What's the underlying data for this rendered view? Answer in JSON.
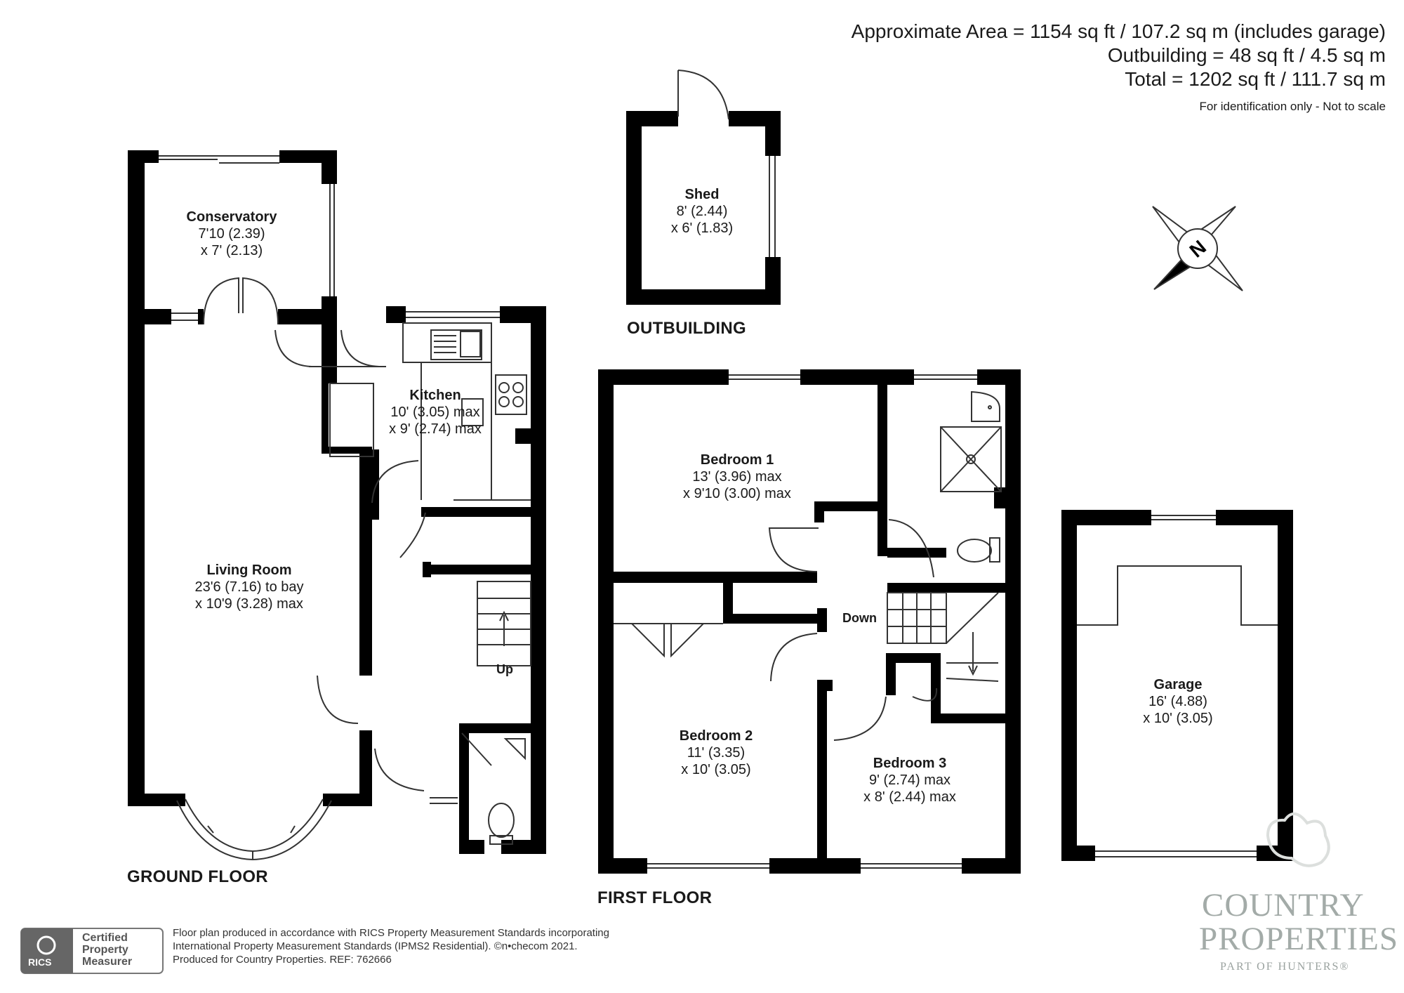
{
  "header": {
    "area_line_1": "Approximate Area = 1154 sq ft / 107.2 sq m (includes garage)",
    "area_line_2": "Outbuilding = 48 sq ft / 4.5 sq m",
    "area_line_3": "Total = 1202 sq ft / 111.7 sq m",
    "identification_note": "For identification only - Not to scale"
  },
  "compass": {
    "label": "N",
    "icon": "compass-north-icon"
  },
  "floors": {
    "ground": "GROUND FLOOR",
    "first": "FIRST FLOOR",
    "outbuilding": "OUTBUILDING"
  },
  "rooms": {
    "conservatory": {
      "name": "Conservatory",
      "dim1": "7'10 (2.39)",
      "dim2": "x 7' (2.13)"
    },
    "kitchen": {
      "name": "Kitchen",
      "dim1": "10' (3.05) max",
      "dim2": "x 9' (2.74) max"
    },
    "living_room": {
      "name": "Living Room",
      "dim1": "23'6 (7.16) to bay",
      "dim2": "x 10'9 (3.28) max"
    },
    "shed": {
      "name": "Shed",
      "dim1": "8' (2.44)",
      "dim2": "x 6' (1.83)"
    },
    "bedroom1": {
      "name": "Bedroom 1",
      "dim1": "13' (3.96) max",
      "dim2": "x 9'10 (3.00) max"
    },
    "bedroom2": {
      "name": "Bedroom 2",
      "dim1": "11' (3.35)",
      "dim2": "x 10' (3.05)"
    },
    "bedroom3": {
      "name": "Bedroom 3",
      "dim1": "9' (2.74) max",
      "dim2": "x 8' (2.44) max"
    },
    "garage": {
      "name": "Garage",
      "dim1": "16' (4.88)",
      "dim2": "x 10' (3.05)"
    }
  },
  "stairs": {
    "up": "Up",
    "down": "Down"
  },
  "footer": {
    "line1": "Floor plan produced in accordance with RICS Property Measurement Standards incorporating",
    "line2": "International Property Measurement Standards (IPMS2 Residential).   ©n•checom 2021.",
    "line3": "Produced for Country Properties.   REF: 762666",
    "rics": "RICS",
    "cert_line1": "Certified",
    "cert_line2": "Property",
    "cert_line3": "Measurer"
  },
  "brand": {
    "line1": "COUNTRY",
    "line2": "PROPERTIES",
    "line3": "PART OF HUNTERS®"
  },
  "colors": {
    "wall": "#000000",
    "fixture": "#333333",
    "brand": "#a3aba8"
  }
}
